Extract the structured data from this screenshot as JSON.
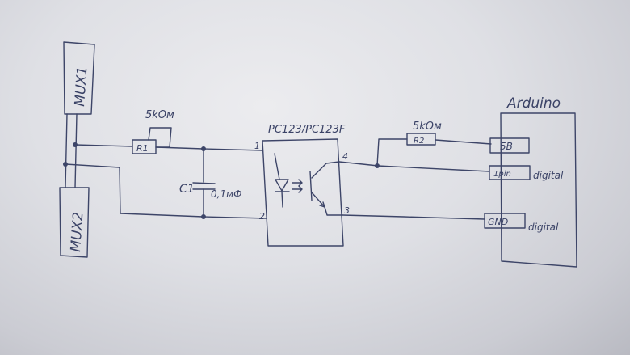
{
  "labels": {
    "mux1": "MUX1",
    "mux2": "MUX2",
    "r1_value": "5kOм",
    "r1_ref": "R1",
    "c1_ref": "C1",
    "c1_value": "0,1мФ",
    "opto_part": "PC123/PC123F",
    "pin1": "1",
    "pin2": "2",
    "pin3": "3",
    "pin4": "4",
    "r2_value": "5kOм",
    "r2_ref": "R2",
    "arduino": "Arduino",
    "pin_5v": "5B",
    "pin_1pin": "1pin",
    "pin_gnd": "GND",
    "digital_1": "digital",
    "digital_2": "digital"
  },
  "colors": {
    "ink": "#3d4568",
    "paper": "#e6e7eb"
  }
}
